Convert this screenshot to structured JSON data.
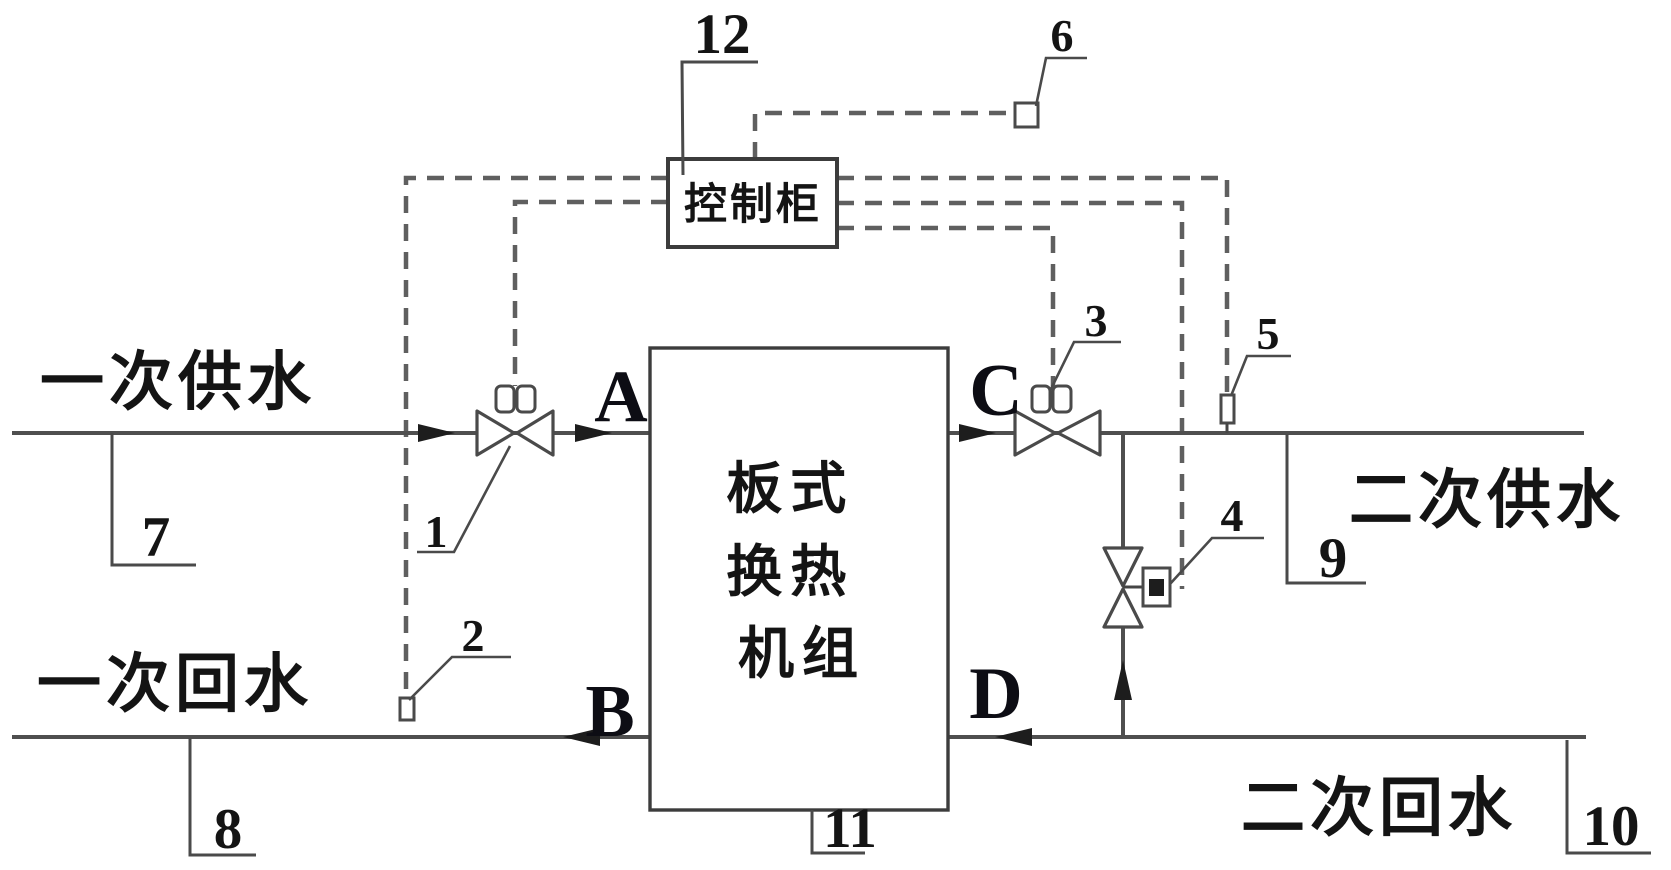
{
  "colors": {
    "line": "#4f4f4f",
    "dash": "#5f5f5f",
    "text": "#141414",
    "background": "#ffffff"
  },
  "cabinet": {
    "label": "控制柜"
  },
  "heat_exchanger": {
    "line1": "板式",
    "line2": "换热",
    "line3": "机组"
  },
  "pipes": {
    "primary_supply_label": "一次供水",
    "primary_return_label": "一次回水",
    "secondary_supply_label": "二次供水",
    "secondary_return_label": "二次回水"
  },
  "ports": {
    "a": "A",
    "b": "B",
    "c": "C",
    "d": "D"
  },
  "callouts": {
    "c1": "1",
    "c2": "2",
    "c3": "3",
    "c4": "4",
    "c5": "5",
    "c6": "6",
    "c7": "7",
    "c8": "8",
    "c9": "9",
    "c10": "10",
    "c11": "11",
    "c12": "12"
  }
}
